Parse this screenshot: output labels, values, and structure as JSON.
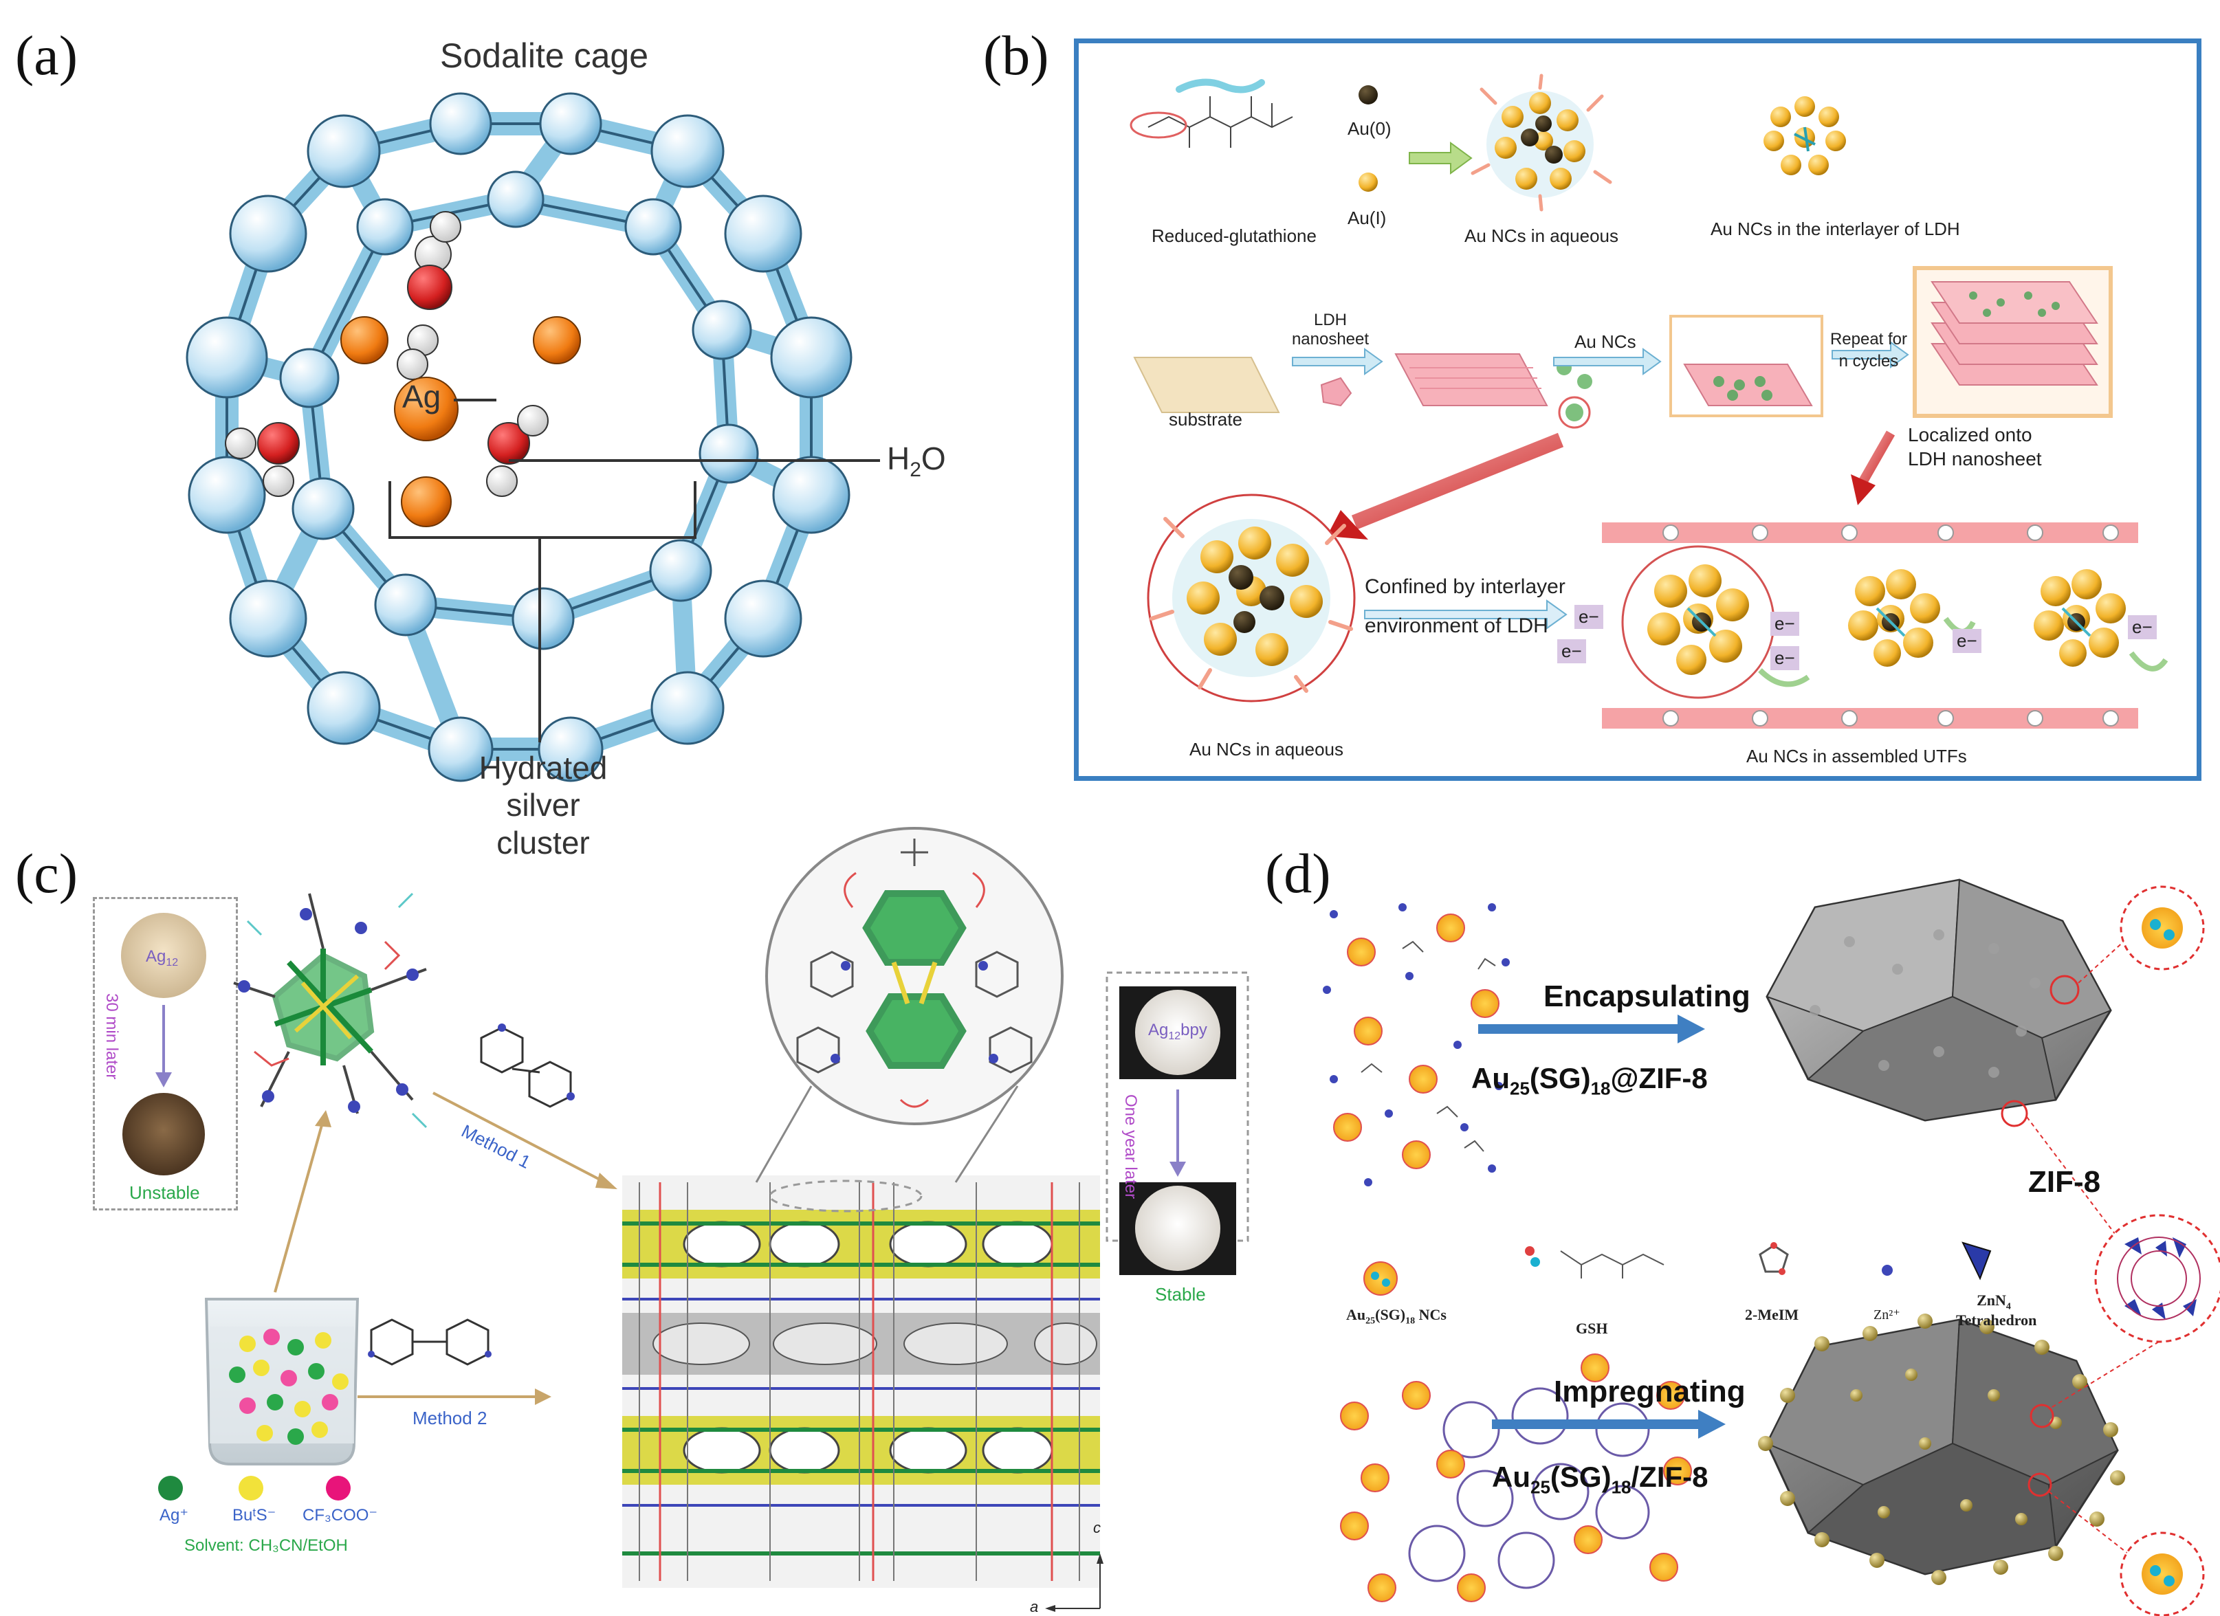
{
  "panels": {
    "a": {
      "label": "(a)",
      "title": "Sodalite cage",
      "ag_label": "Ag",
      "h2o_label": "H",
      "h2o_sub": "2",
      "h2o_tail": "O",
      "cluster_line1": "Hydrated silver",
      "cluster_line2": "cluster"
    },
    "b": {
      "label": "(b)",
      "reduced_glutathione": "Reduced-glutathione",
      "au0": "Au(0)",
      "au1": "Au(I)",
      "au_ncs_aqueous": "Au NCs in aqueous",
      "au_ncs_interlayer": "Au NCs in the interlayer of LDH",
      "substrate": "substrate",
      "ldh_line1": "LDH",
      "ldh_line2": "nanosheet",
      "au_ncs": "Au NCs",
      "repeat_line1": "Repeat for",
      "repeat_line2": "n cycles",
      "localized_line1": "Localized onto",
      "localized_line2": "LDH nanosheet",
      "confined_line1": "Confined by interlayer",
      "confined_line2": "environment of LDH",
      "au_ncs_aqueous_bottom": "Au NCs in aqueous",
      "au_ncs_assembled": "Au NCs in assembled UTFs",
      "electron": "e−",
      "plus": "+"
    },
    "c": {
      "label": "(c)",
      "ag12": "Ag",
      "ag12_sub": "12",
      "thirty_min": "30 min later",
      "unstable": "Unstable",
      "method1": "Method 1",
      "method2": "Method 2",
      "ag12bpy": "Ag",
      "ag12bpy_sub": "12",
      "ag12bpy_tail": "bpy",
      "one_year": "One year later",
      "stable": "Stable",
      "legend_ag": "Ag⁺",
      "legend_bus": "BuᵗS⁻",
      "legend_cf3": "CF₃COO⁻",
      "solvent": "Solvent: CH₃CN/EtOH",
      "axis_c": "c",
      "axis_a": "a"
    },
    "d": {
      "label": "(d)",
      "encapsulating": "Encapsulating",
      "impregnating": "Impregnating",
      "enc_formula_a": "Au",
      "enc_formula_s1": "25",
      "enc_formula_b": "(SG)",
      "enc_formula_s2": "18",
      "enc_formula_c": "@ZIF-8",
      "imp_formula_c": "/ZIF-8",
      "zif8": "ZIF-8",
      "legend_ncs_a": "Au",
      "legend_ncs_s1": "25",
      "legend_ncs_b": "(SG)",
      "legend_ncs_s2": "18",
      "legend_ncs_c": " NCs",
      "legend_gsh": "GSH",
      "legend_meim": "2-MeIM",
      "legend_zn": "Zn²⁺",
      "legend_znn4_a": "ZnN",
      "legend_znn4_sub": "4",
      "legend_tetra": "Tetrahedron"
    }
  },
  "colors": {
    "cage_sphere": "#bfe0f2",
    "cage_bond": "#8cc7e3",
    "silver": "#f07b12",
    "oxygen": "#d42020",
    "panel_b_border": "#3a7fc1",
    "ldh_pink": "#f4a0a0",
    "gold": "#f2b32a",
    "green_text": "#2aa84a",
    "purple_text": "#b04bc8",
    "blue_text": "#3a63c8",
    "arrow_blue": "#3c7fc3",
    "red_dashed": "#e03030",
    "polyhedron": "#8a8a8a"
  }
}
